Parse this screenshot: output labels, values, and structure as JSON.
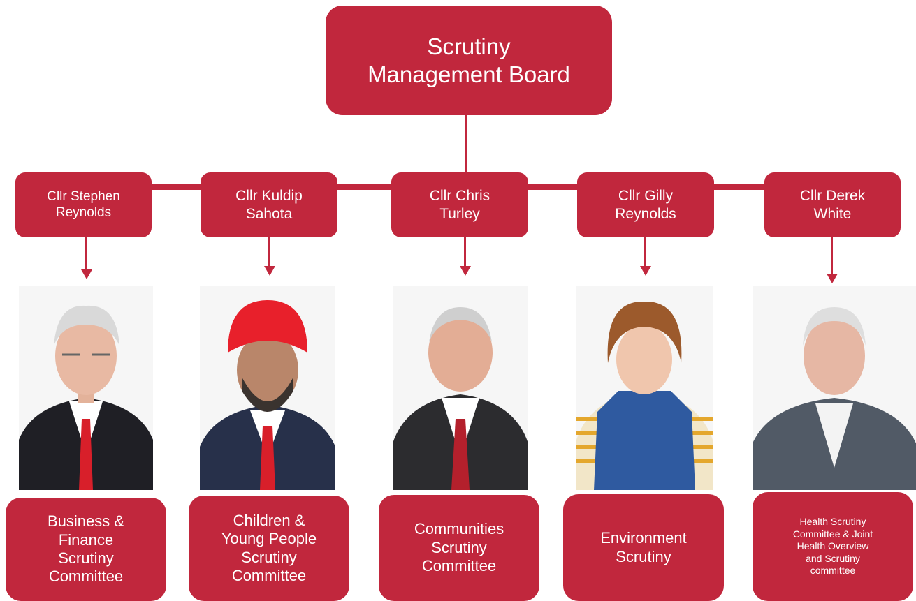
{
  "top_box": {
    "line1": "Scrutiny",
    "line2": "Management Board"
  },
  "chairs": [
    {
      "line1": "Cllr Stephen",
      "line2": "Reynolds"
    },
    {
      "line1": "Cllr Kuldip",
      "line2": "Sahota"
    },
    {
      "line1": "Cllr Chris",
      "line2": "Turley"
    },
    {
      "line1": "Cllr Gilly",
      "line2": "Reynolds"
    },
    {
      "line1": "Cllr Derek",
      "line2": "White"
    }
  ],
  "committees": [
    {
      "lines": [
        "Business &",
        "Finance",
        "Scrutiny",
        "Committee"
      ]
    },
    {
      "lines": [
        "Children &",
        "Young People",
        "Scrutiny",
        "Committee"
      ]
    },
    {
      "lines": [
        "Communities",
        "Scrutiny",
        "Committee"
      ]
    },
    {
      "lines": [
        "Environment",
        "Scrutiny"
      ]
    },
    {
      "lines": [
        "Health Scrutiny",
        "Committee & Joint",
        "Health Overview",
        "and Scrutiny",
        "committee"
      ]
    }
  ],
  "colors": {
    "accent": "#c1273d",
    "text": "#ffffff"
  }
}
